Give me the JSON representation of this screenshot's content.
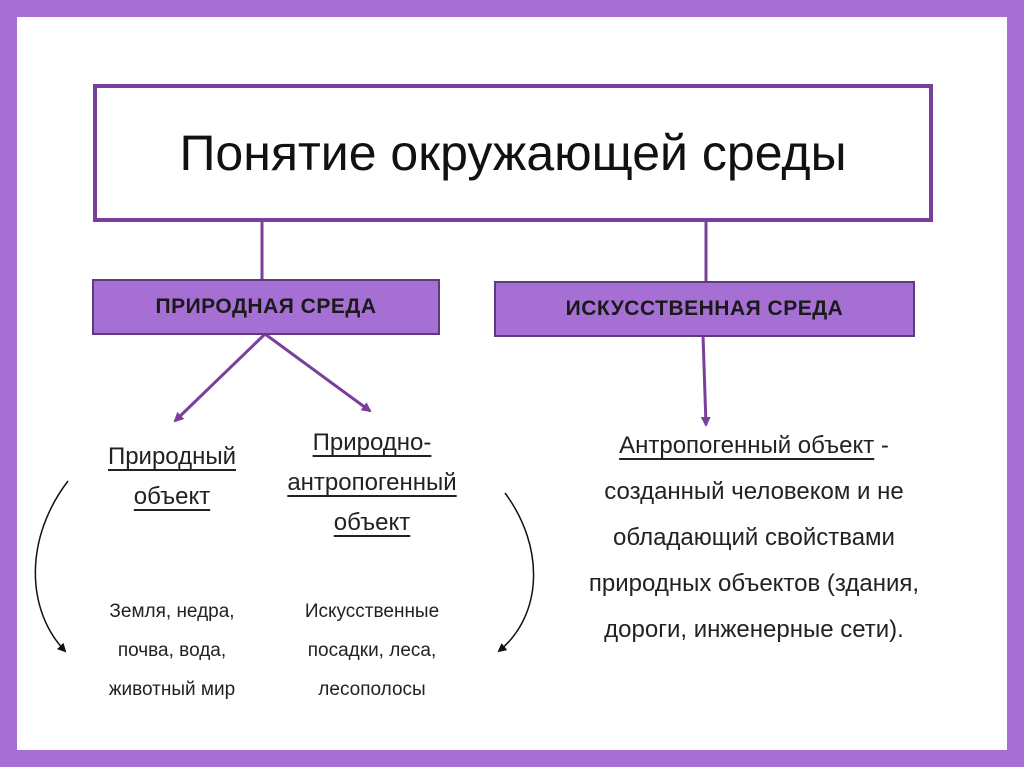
{
  "title": "Понятие окружающей среды",
  "categories": {
    "natural": "ПРИРОДНАЯ СРЕДА",
    "artificial": "ИСКУССТВЕННАЯ СРЕДА"
  },
  "natural_object": {
    "heading_lines": [
      "Природный",
      "объект"
    ],
    "examples_lines": [
      "Земля, недра,",
      "почва, вода,",
      "животный мир"
    ]
  },
  "natural_anthropogenic_object": {
    "heading_lines": [
      "Природно-",
      "антропогенный",
      "объект"
    ],
    "examples_lines": [
      "Искусственные",
      "посадки, леса,",
      "лесополосы"
    ]
  },
  "anthropogenic_object": {
    "term": "Антропогенный объект",
    "dash": " -",
    "definition_lines": [
      "созданный человеком и не",
      "обладающий свойствами",
      "природных объектов (здания,",
      "дороги, инженерные сети)."
    ]
  },
  "colors": {
    "frame": "#a66fd4",
    "title_border": "#7a3f9a",
    "category_fill": "#a66fd4",
    "connector": "#7a3f9a"
  }
}
